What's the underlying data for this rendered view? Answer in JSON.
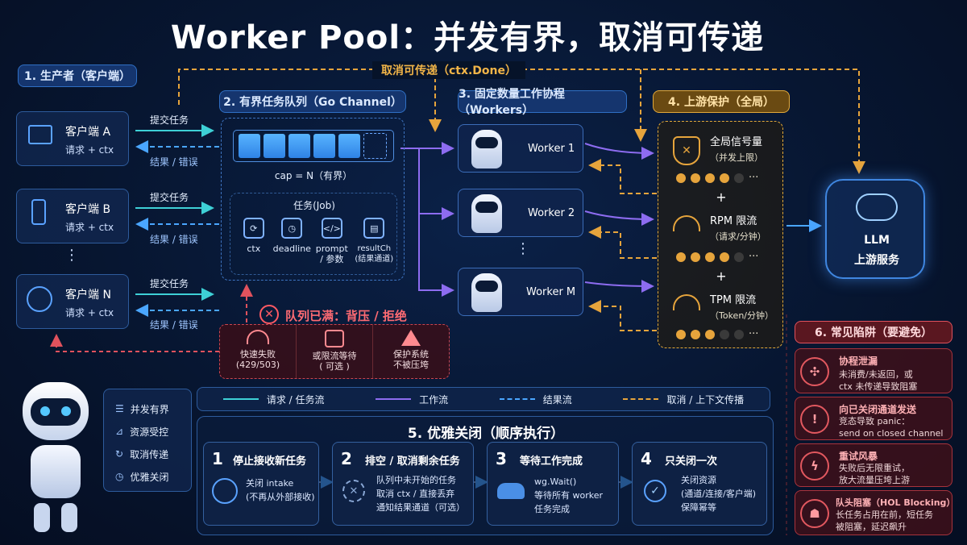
{
  "title": "Worker Pool：并发有界，取消可传递",
  "ctx_done": "取消可传递（ctx.Done）",
  "sections": {
    "producer": "1. 生产者（客户端）",
    "queue": "2. 有界任务队列（Go Channel）",
    "workers": "3. 固定数量工作协程（Workers）",
    "protect": "4. 上游保护（全局）",
    "shutdown": "5. 优雅关闭（顺序执行）",
    "pitfalls": "6. 常见陷阱（要避免）"
  },
  "clients": [
    {
      "name": "客户端 A",
      "sub": "请求 + ctx"
    },
    {
      "name": "客户端 B",
      "sub": "请求 + ctx"
    },
    {
      "name": "客户端 N",
      "sub": "请求 + ctx"
    }
  ],
  "client_ellipsis": "⋮",
  "submit_label": "提交任务",
  "result_label": "结果 / 错误",
  "queue": {
    "cap": "cap = N（有界）",
    "job_title": "任务(Job)",
    "job_fields": [
      {
        "icon": "⟳",
        "label": "ctx"
      },
      {
        "icon": "◷",
        "label": "deadline"
      },
      {
        "icon": "</>",
        "label": "prompt\n/ 参数"
      },
      {
        "icon": "▤",
        "label": "resultCh\n(结果通道)"
      }
    ]
  },
  "full": {
    "title": "队列已满：背压 / 拒绝",
    "options": [
      {
        "label": "快速失败\n(429/503)"
      },
      {
        "label": "或限流等待\n( 可选 )"
      },
      {
        "label": "保护系统\n不被压垮"
      }
    ]
  },
  "workers": [
    "Worker 1",
    "Worker 2",
    "Worker M"
  ],
  "worker_ellipsis": "⋮",
  "protect": {
    "items": [
      {
        "title": "全局信号量",
        "sub": "（并发上限）",
        "filled": 4,
        "total": 5
      },
      {
        "title": "RPM 限流",
        "sub": "（请求/分钟）",
        "filled": 4,
        "total": 5
      },
      {
        "title": "TPM 限流",
        "sub": "（Token/分钟）",
        "filled": 3,
        "total": 5
      }
    ],
    "plus": "+",
    "more": "···"
  },
  "llm": {
    "line1": "LLM",
    "line2": "上游服务"
  },
  "legend": [
    {
      "label": "请求 / 任务流",
      "color": "#3ed0d6",
      "dash": false
    },
    {
      "label": "工作流",
      "color": "#8d6cf0",
      "dash": false
    },
    {
      "label": "结果流",
      "color": "#4aa6ff",
      "dash": true
    },
    {
      "label": "取消 / 上下文传播",
      "color": "#e6a43c",
      "dash": true
    }
  ],
  "features": [
    "并发有界",
    "资源受控",
    "取消传递",
    "优雅关闭"
  ],
  "steps": [
    {
      "num": "1",
      "title": "停止接收新任务",
      "desc": "关闭 intake\n(不再从外部接收)"
    },
    {
      "num": "2",
      "title": "排空 / 取消剩余任务",
      "desc": "队列中未开始的任务\n取消 ctx / 直接丢弃\n通知结果通道（可选）"
    },
    {
      "num": "3",
      "title": "等待工作完成",
      "desc": "wg.Wait()\n等待所有 worker\n任务完成"
    },
    {
      "num": "4",
      "title": "只关闭一次",
      "desc": "关闭资源\n(通道/连接/客户端)\n保障幂等"
    }
  ],
  "pitfalls": [
    {
      "title": "协程泄漏",
      "desc": "未消费/未返回，或\nctx 未传递导致阻塞"
    },
    {
      "title": "向已关闭通道发送",
      "desc": "竞态导致 panic：\nsend on closed channel"
    },
    {
      "title": "重试风暴",
      "desc": "失败后无限重试，\n放大流量压垮上游"
    },
    {
      "title": "队头阻塞（HOL Blocking）",
      "desc": "长任务占用在前，短任务\n被阻塞，延迟飙升"
    }
  ],
  "colors": {
    "cyan": "#3ed0d6",
    "purple": "#8d6cf0",
    "blue": "#4aa6ff",
    "gold": "#e6a43c",
    "red": "#e0525d"
  }
}
